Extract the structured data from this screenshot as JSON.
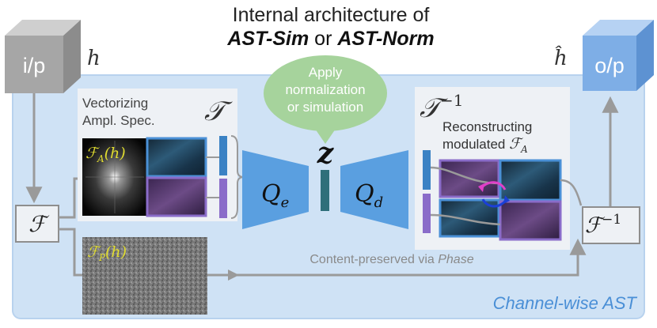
{
  "title": {
    "line1": "Internal architecture of",
    "name1": "AST-Sim",
    "joiner": " or ",
    "name2": "AST-Norm"
  },
  "input": {
    "label": "i/p",
    "symbol": "h"
  },
  "output": {
    "label": "o/p",
    "symbol": "ĥ"
  },
  "fourier": {
    "forward": "ℱ",
    "inverse": "ℱ",
    "inverse_sup": "−1"
  },
  "vectorize": {
    "line1": "Vectorizing",
    "line2": "Ampl. Spec.",
    "symbol": "𝒯"
  },
  "amplitude_label": {
    "main": "ℱ",
    "sub": "A",
    "arg": "(h)"
  },
  "phase_label": {
    "main": "ℱ",
    "sub": "P",
    "arg": "(h)"
  },
  "encoder": {
    "main": "Q",
    "sub": "e"
  },
  "decoder": {
    "main": "Q",
    "sub": "d"
  },
  "latent": "z",
  "bubble": {
    "line1": "Apply",
    "line2": "normalization",
    "line3": "or simulation"
  },
  "reconstruct": {
    "symbol": "𝒯",
    "symbol_sup": "−1",
    "line1": "Reconstructing",
    "line2": "modulated ",
    "line2_math": "ℱ",
    "line2_sub": "A"
  },
  "phase_path": {
    "text": "Content-preserved via ",
    "emph": "Phase"
  },
  "panel_caption": "Channel-wise AST",
  "colors": {
    "panel": "#cfe2f5",
    "panel_border": "#b8d2ee",
    "inner_box": "#eef1f5",
    "gray_cube": "#a6a6a6",
    "blue_cube": "#7eaee6",
    "accent_blue": "#3b82c4",
    "accent_purple": "#8a6cc9",
    "latent_bar": "#2f6f7a",
    "bubble": "#a6d39c",
    "arrow": "#9a9a9a",
    "caption_blue": "#4a8fd6"
  }
}
